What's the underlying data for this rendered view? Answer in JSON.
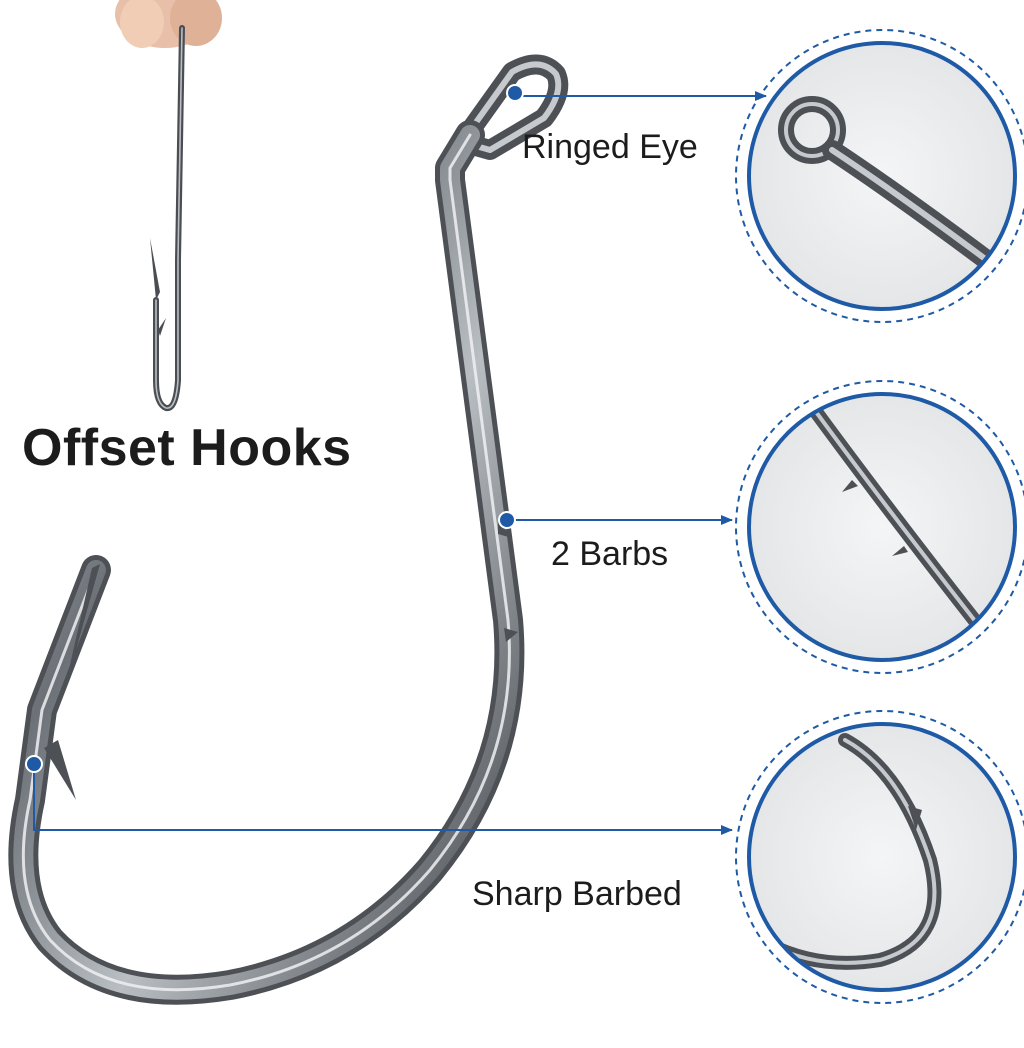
{
  "title": "Offset Hooks",
  "callouts": [
    {
      "label": "Ringed Eye"
    },
    {
      "label": "2 Barbs"
    },
    {
      "label": "Sharp Barbed"
    }
  ],
  "colors": {
    "background": "#ffffff",
    "accent": "#1f5aa6",
    "zoom_fill": "#eeeff0",
    "hook_metal": "#5a5e63",
    "text": "#1c1c1c"
  },
  "icons": {
    "callout_marker": "dot",
    "callout_pointer": "arrow-right"
  }
}
